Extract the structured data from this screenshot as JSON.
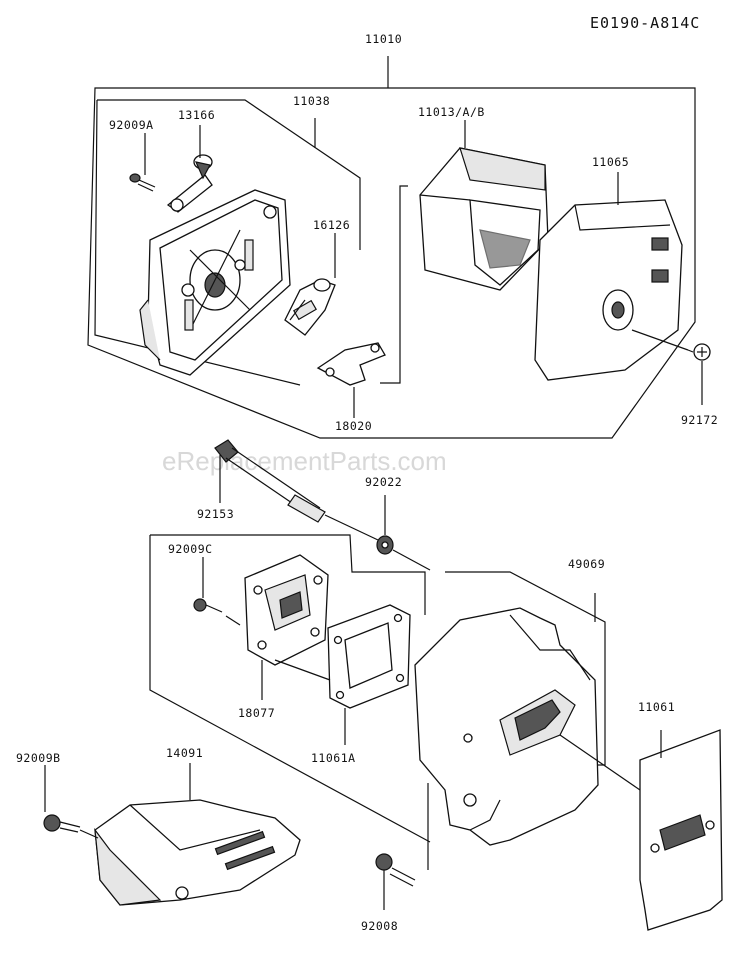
{
  "diagram_code": "E0190-A814C",
  "watermark": "eReplacementParts.com",
  "parts": [
    {
      "id": "p11010",
      "number": "11010"
    },
    {
      "id": "p92009A",
      "number": "92009A"
    },
    {
      "id": "p13166",
      "number": "13166"
    },
    {
      "id": "p11038",
      "number": "11038"
    },
    {
      "id": "p16126",
      "number": "16126"
    },
    {
      "id": "p11013",
      "number": "11013/A/B"
    },
    {
      "id": "p11065",
      "number": "11065"
    },
    {
      "id": "p18020",
      "number": "18020"
    },
    {
      "id": "p92172",
      "number": "92172"
    },
    {
      "id": "p92153",
      "number": "92153"
    },
    {
      "id": "p92022",
      "number": "92022"
    },
    {
      "id": "p92009C",
      "number": "92009C"
    },
    {
      "id": "p49069",
      "number": "49069"
    },
    {
      "id": "p18077",
      "number": "18077"
    },
    {
      "id": "p11061A",
      "number": "11061A"
    },
    {
      "id": "p11061",
      "number": "11061"
    },
    {
      "id": "p92009B",
      "number": "92009B"
    },
    {
      "id": "p14091",
      "number": "14091"
    },
    {
      "id": "p92008",
      "number": "92008"
    }
  ]
}
